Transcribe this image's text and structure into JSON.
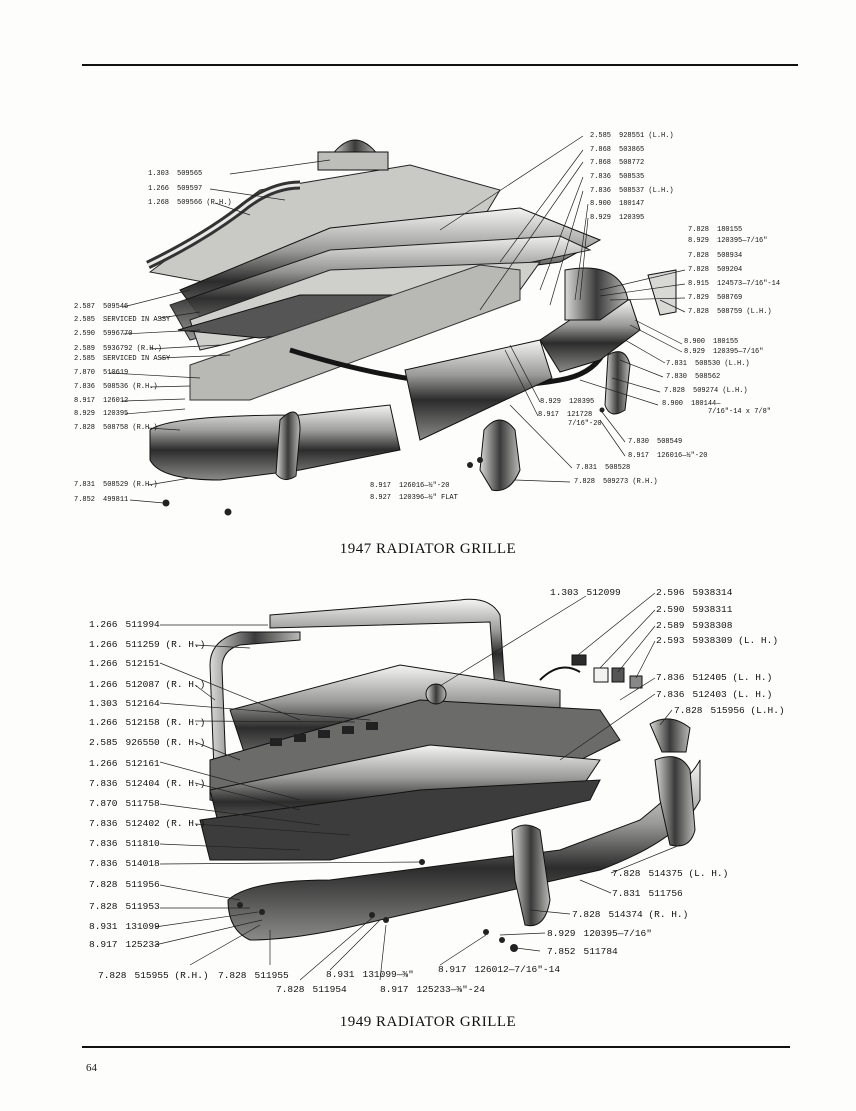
{
  "page": {
    "number": "64"
  },
  "grille_1947": {
    "caption": "1947 RADIATOR GRILLE",
    "labels": [
      {
        "num": "1.303",
        "part": "509565"
      },
      {
        "num": "1.266",
        "part": "509597"
      },
      {
        "num": "1.268",
        "part": "509566 (R.H.)"
      },
      {
        "num": "2.587",
        "part": "509546"
      },
      {
        "num": "2.585",
        "part": "SERVICED IN ASSY"
      },
      {
        "num": "2.590",
        "part": "5996770"
      },
      {
        "num": "2.589",
        "part": "5936792 (R.H.)"
      },
      {
        "num": "2.585",
        "part": "SERVICED IN ASSY"
      },
      {
        "num": "7.870",
        "part": "510619"
      },
      {
        "num": "7.836",
        "part": "508536 (R.H.)"
      },
      {
        "num": "8.917",
        "part": "126012"
      },
      {
        "num": "8.929",
        "part": "120395"
      },
      {
        "num": "7.828",
        "part": "508758 (R.H.)"
      },
      {
        "num": "7.831",
        "part": "508529 (R.H.)"
      },
      {
        "num": "7.852",
        "part": "499811"
      },
      {
        "num": "2.585",
        "part": "928551 (L.H.)"
      },
      {
        "num": "7.868",
        "part": "503865"
      },
      {
        "num": "7.868",
        "part": "508772"
      },
      {
        "num": "7.836",
        "part": "508535"
      },
      {
        "num": "7.836",
        "part": "508537 (L.H.)"
      },
      {
        "num": "8.900",
        "part": "180147"
      },
      {
        "num": "8.929",
        "part": "120395"
      },
      {
        "num": "7.828",
        "part": "180155"
      },
      {
        "num": "8.929",
        "part": "120395—7/16\""
      },
      {
        "num": "7.828",
        "part": "508934"
      },
      {
        "num": "7.828",
        "part": "509204"
      },
      {
        "num": "8.915",
        "part": "124573—7/16\"-14"
      },
      {
        "num": "7.829",
        "part": "508769"
      },
      {
        "num": "7.828",
        "part": "508759 (L.H.)"
      },
      {
        "num": "8.900",
        "part": "180155"
      },
      {
        "num": "8.929",
        "part": "120395—7/16\""
      },
      {
        "num": "7.831",
        "part": "508530 (L.H.)"
      },
      {
        "num": "7.830",
        "part": "508562"
      },
      {
        "num": "7.828",
        "part": "509274 (L.H.)"
      },
      {
        "num": "8.900",
        "part": "180144—"
      },
      {
        "num": "",
        "part": "7/16\"-14 x 7/8\""
      },
      {
        "num": "8.929",
        "part": "120395"
      },
      {
        "num": "8.917",
        "part": "121728"
      },
      {
        "num": "",
        "part": "7/16\"-20"
      },
      {
        "num": "7.830",
        "part": "508549"
      },
      {
        "num": "8.917",
        "part": "126016—½\"-20"
      },
      {
        "num": "7.831",
        "part": "508528"
      },
      {
        "num": "7.828",
        "part": "509273 (R.H.)"
      },
      {
        "num": "8.917",
        "part": "126016—½\"-20"
      },
      {
        "num": "8.927",
        "part": "120396—½\" FLAT"
      }
    ]
  },
  "grille_1949": {
    "caption": "1949 RADIATOR GRILLE",
    "labels": [
      {
        "num": "1.266",
        "part": "511994"
      },
      {
        "num": "1.266",
        "part": "511259 (R. H.)"
      },
      {
        "num": "1.266",
        "part": "512151"
      },
      {
        "num": "1.266",
        "part": "512087 (R. H.)"
      },
      {
        "num": "1.303",
        "part": "512164"
      },
      {
        "num": "1.266",
        "part": "512158 (R. H.)"
      },
      {
        "num": "2.585",
        "part": "926550 (R. H.)"
      },
      {
        "num": "1.266",
        "part": "512161"
      },
      {
        "num": "7.836",
        "part": "512404 (R. H.)"
      },
      {
        "num": "7.870",
        "part": "511758"
      },
      {
        "num": "7.836",
        "part": "512402 (R. H.)"
      },
      {
        "num": "7.836",
        "part": "511810"
      },
      {
        "num": "7.836",
        "part": "514018"
      },
      {
        "num": "7.828",
        "part": "511956"
      },
      {
        "num": "7.828",
        "part": "511953"
      },
      {
        "num": "8.931",
        "part": "131099"
      },
      {
        "num": "8.917",
        "part": "125233"
      },
      {
        "num": "7.828",
        "part": "515955 (R.H.)"
      },
      {
        "num": "7.828",
        "part": "511955"
      },
      {
        "num": "7.828",
        "part": "511954"
      },
      {
        "num": "8.931",
        "part": "131099—⅜\""
      },
      {
        "num": "8.917",
        "part": "125233—⅜\"-24"
      },
      {
        "num": "8.917",
        "part": "126012—7/16\"-14"
      },
      {
        "num": "1.303",
        "part": "512099"
      },
      {
        "num": "2.596",
        "part": "5938314"
      },
      {
        "num": "2.590",
        "part": "5938311"
      },
      {
        "num": "2.589",
        "part": "5938308"
      },
      {
        "num": "2.593",
        "part": "5938309 (L. H.)"
      },
      {
        "num": "7.836",
        "part": "512405 (L. H.)"
      },
      {
        "num": "7.836",
        "part": "512403 (L. H.)"
      },
      {
        "num": "7.828",
        "part": "515956 (L.H.)"
      },
      {
        "num": "7.828",
        "part": "514375 (L. H.)"
      },
      {
        "num": "7.831",
        "part": "511756"
      },
      {
        "num": "7.828",
        "part": "514374 (R. H.)"
      },
      {
        "num": "8.929",
        "part": "120395—7/16\""
      },
      {
        "num": "7.852",
        "part": "511784"
      }
    ]
  }
}
